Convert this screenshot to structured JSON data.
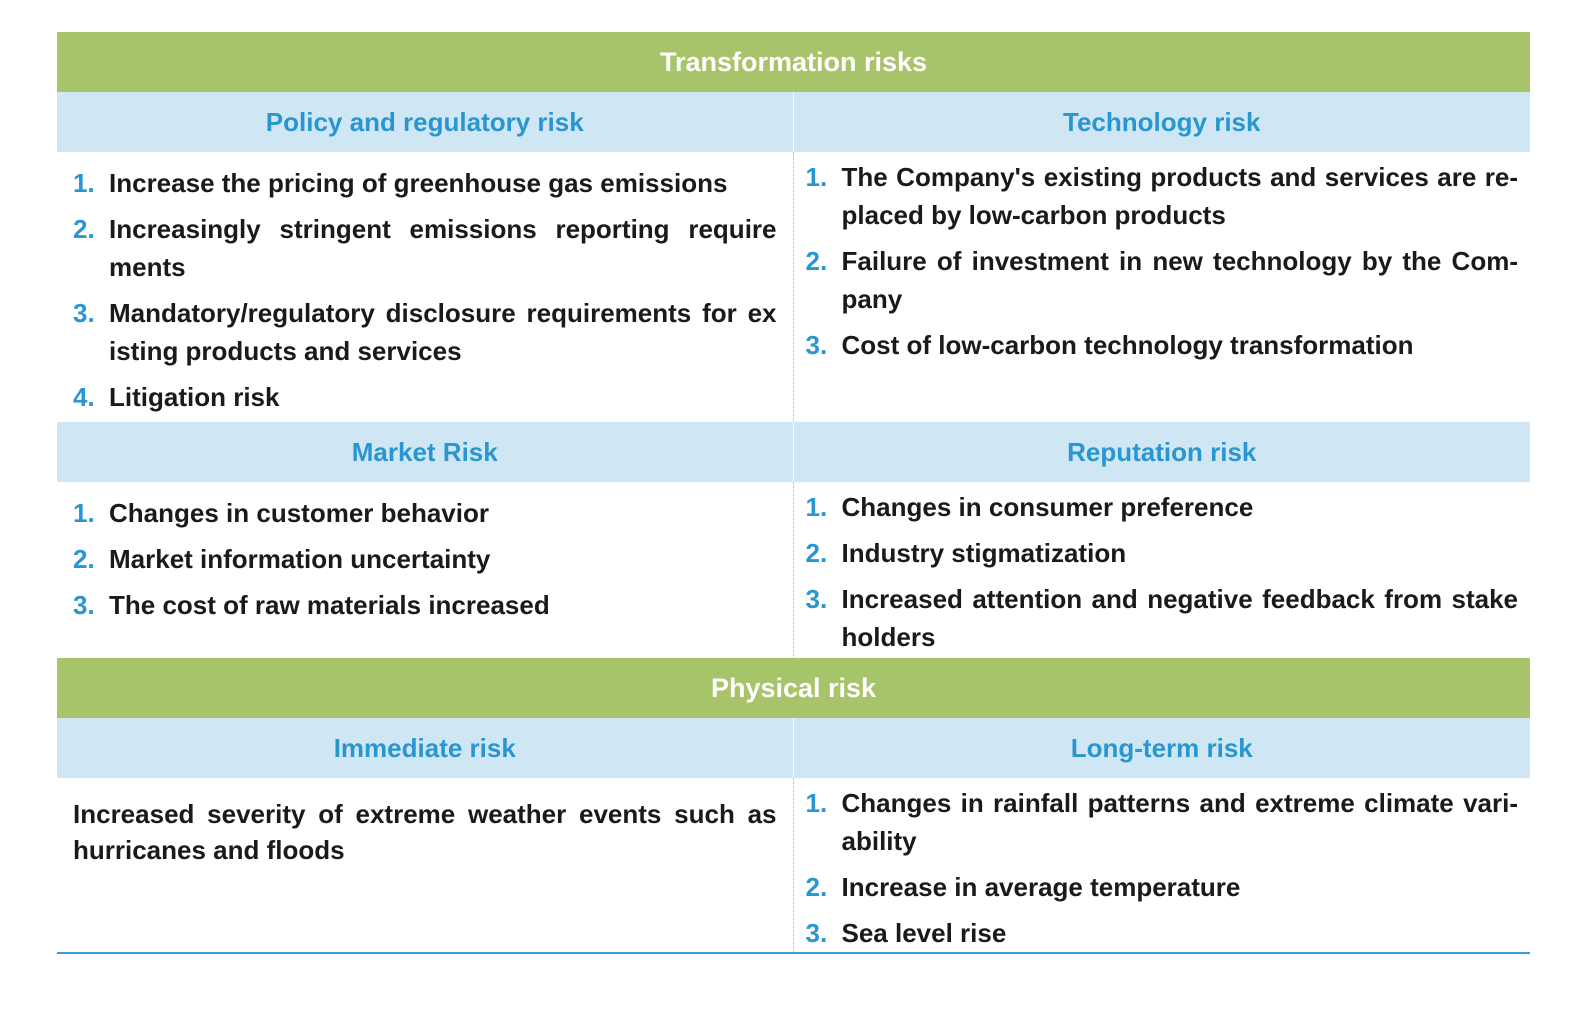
{
  "transformation": {
    "title": "Transformation risks",
    "policy": {
      "heading": "Policy and regulatory risk",
      "items": [
        {
          "num": "1.",
          "text": "Increase the pricing of greenhouse gas emissions"
        },
        {
          "num": "2.",
          "text": "Increasingly stringent emissions reporting require ments"
        },
        {
          "num": "3.",
          "text": "Mandatory/regulatory disclosure requirements for ex isting products and services"
        },
        {
          "num": "4.",
          "text": "Litigation risk"
        }
      ]
    },
    "technology": {
      "heading": "Technology risk",
      "items": [
        {
          "num": "1.",
          "text": "The Company's existing products and services are re- placed by low-carbon products"
        },
        {
          "num": "2.",
          "text": "Failure of investment in new technology by the Com- pany"
        },
        {
          "num": "3.",
          "text": "Cost of low-carbon technology transformation"
        }
      ]
    },
    "market": {
      "heading": "Market Risk",
      "items": [
        {
          "num": "1.",
          "text": "Changes in customer behavior"
        },
        {
          "num": "2.",
          "text": "Market information uncertainty"
        },
        {
          "num": "3.",
          "text": "The cost of raw materials increased"
        }
      ]
    },
    "reputation": {
      "heading": "Reputation risk",
      "items": [
        {
          "num": "1.",
          "text": "Changes in consumer preference"
        },
        {
          "num": "2.",
          "text": "Industry stigmatization"
        },
        {
          "num": "3.",
          "text": "Increased attention and negative feedback from stake holders"
        }
      ]
    }
  },
  "physical": {
    "title": "Physical risk",
    "immediate": {
      "heading": "Immediate risk",
      "text": "Increased severity of extreme weather events such as hurricanes and floods"
    },
    "long_term": {
      "heading": "Long-term risk",
      "items": [
        {
          "num": "1.",
          "text": "Changes in rainfall patterns and extreme climate vari- ability"
        },
        {
          "num": "2.",
          "text": "Increase in average temperature"
        },
        {
          "num": "3.",
          "text": "Sea level rise"
        }
      ]
    }
  },
  "colors": {
    "band": "#a8c46a",
    "subhead_bg": "#cfe7f5",
    "accent_blue": "#2a96d0"
  }
}
